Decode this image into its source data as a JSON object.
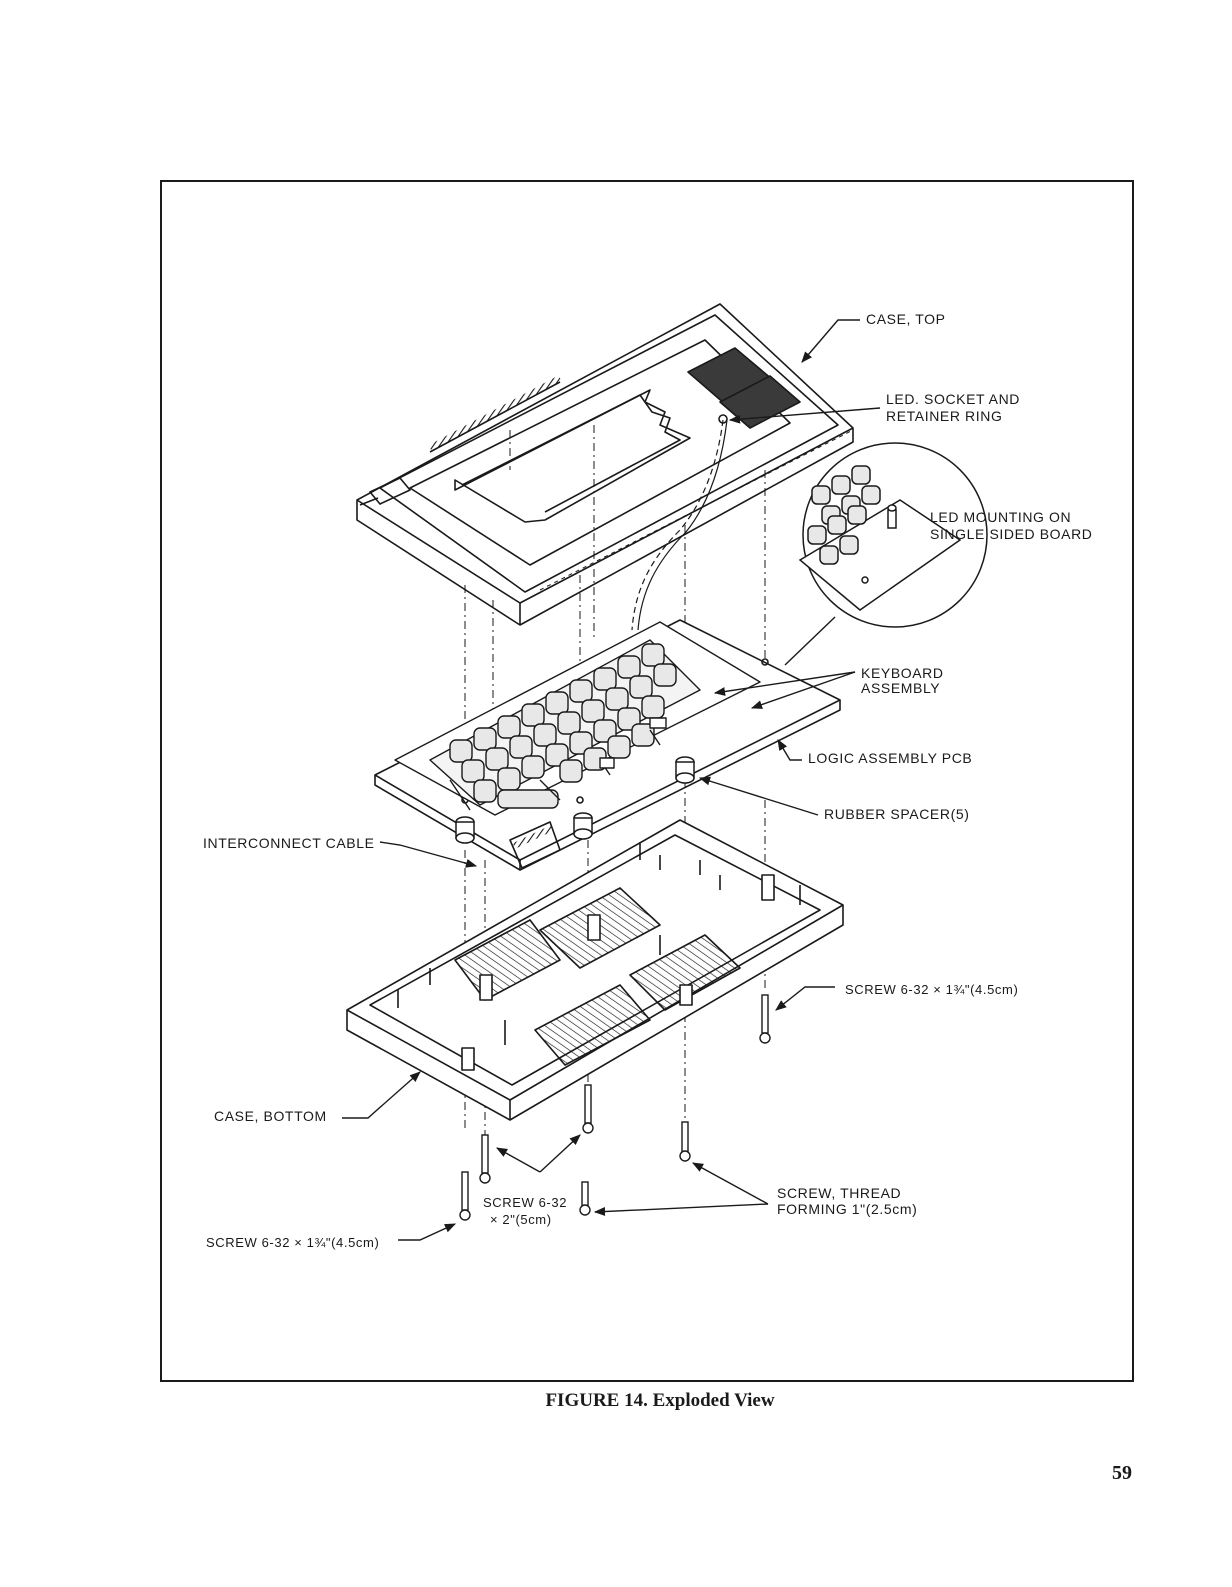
{
  "labels": {
    "case_top": "CASE, TOP",
    "led_socket_1": "LED. SOCKET AND",
    "led_socket_2": "RETAINER RING",
    "led_mounting_1": "LED MOUNTING ON",
    "led_mounting_2": "SINGLE SIDED BOARD",
    "keyboard_1": "KEYBOARD",
    "keyboard_2": "ASSEMBLY",
    "logic_pcb": "LOGIC ASSEMBLY PCB",
    "rubber_spacer": "RUBBER SPACER(5)",
    "interconnect": "INTERCONNECT CABLE",
    "screw_right": "SCREW 6-32 × 1¾\"(4.5cm)",
    "case_bottom": "CASE, BOTTOM",
    "screw_632_1": "SCREW 6-32",
    "screw_632_2": "× 2\"(5cm)",
    "screw_thread_1": "SCREW, THREAD",
    "screw_thread_2": "FORMING 1\"(2.5cm)",
    "screw_left": "SCREW 6-32 × 1¾\"(4.5cm)"
  },
  "caption": "FIGURE 14. Exploded View",
  "page_number": "59",
  "colors": {
    "ink": "#1a1a1a",
    "paper": "#ffffff",
    "key_fill": "#e8e8e8",
    "pad_fill": "#3a3a3a"
  }
}
